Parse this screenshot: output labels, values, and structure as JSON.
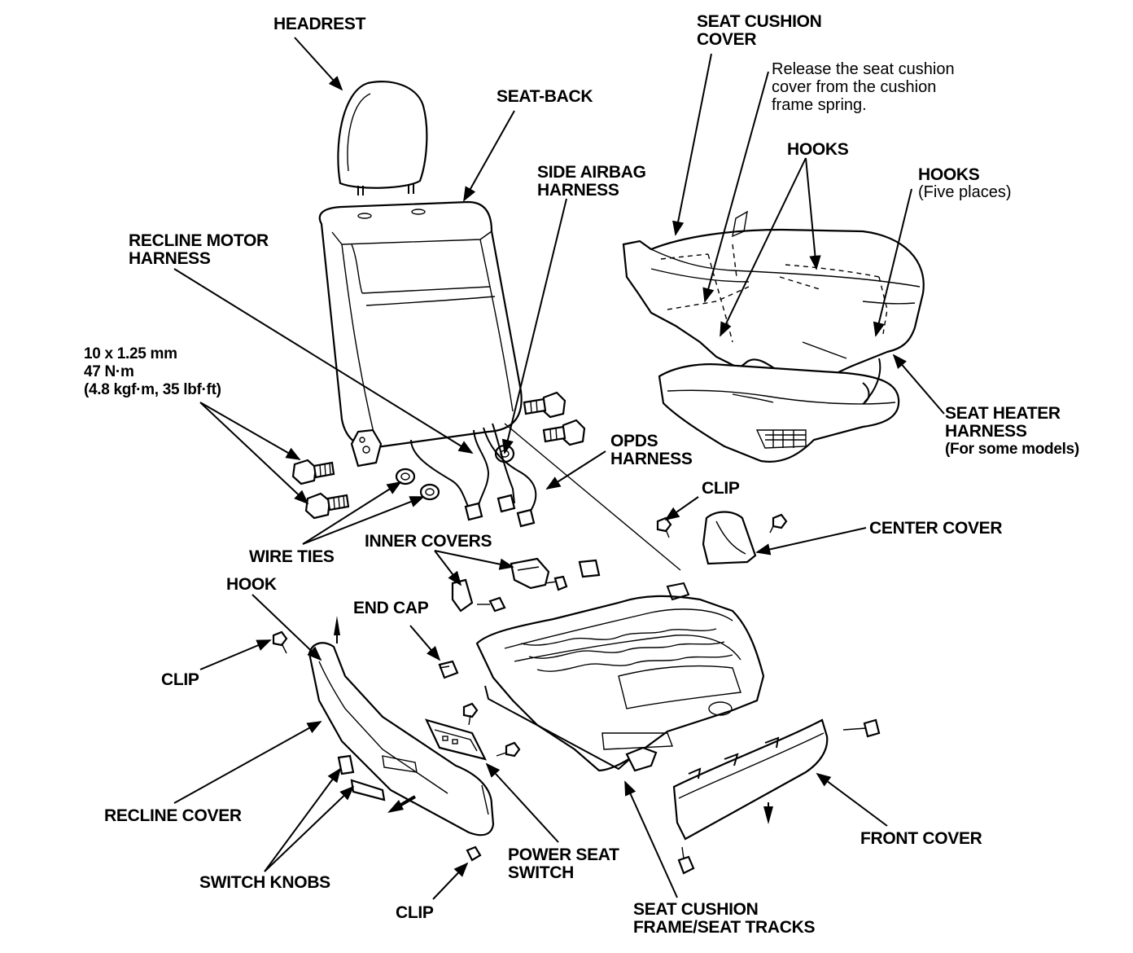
{
  "labels": {
    "headrest": "HEADREST",
    "seat_back": "SEAT-BACK",
    "seat_cushion_cover_1": "SEAT CUSHION",
    "seat_cushion_cover_2": "COVER",
    "release_note_1": "Release the seat cushion",
    "release_note_2": "cover from the cushion",
    "release_note_3": "frame spring.",
    "hooks_upper": "HOOKS",
    "hooks_right": "HOOKS",
    "hooks_right_sub": "(Five places)",
    "side_airbag_1": "SIDE AIRBAG",
    "side_airbag_2": "HARNESS",
    "recline_motor_1": "RECLINE MOTOR",
    "recline_motor_2": "HARNESS",
    "torque_1": "10 x 1.25 mm",
    "torque_2": "47 N·m",
    "torque_3": "(4.8 kgf·m, 35 lbf·ft)",
    "seat_heater_1": "SEAT HEATER",
    "seat_heater_2": "HARNESS",
    "seat_heater_3": "(For some models)",
    "opds_1": "OPDS",
    "opds_2": "HARNESS",
    "clip_top": "CLIP",
    "center_cover": "CENTER COVER",
    "wire_ties": "WIRE TIES",
    "inner_covers": "INNER COVERS",
    "hook": "HOOK",
    "end_cap": "END CAP",
    "clip_left": "CLIP",
    "recline_cover": "RECLINE COVER",
    "switch_knobs": "SWITCH KNOBS",
    "clip_bottom": "CLIP",
    "power_seat_1": "POWER SEAT",
    "power_seat_2": "SWITCH",
    "seat_cushion_frame_1": "SEAT CUSHION",
    "seat_cushion_frame_2": "FRAME/SEAT TRACKS",
    "front_cover": "FRONT COVER"
  }
}
